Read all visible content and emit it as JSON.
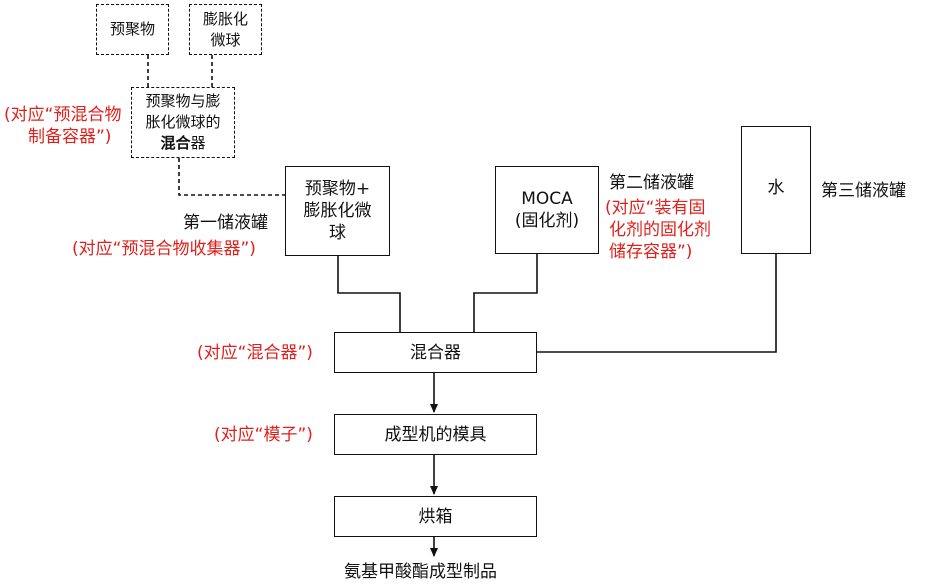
{
  "boxes": {
    "prepolymer": "预聚物",
    "microsphere": [
      "膨胀化",
      "微球"
    ],
    "premix_vessel": [
      "预聚物与膨",
      "胀化微球的",
      "混合",
      "器"
    ],
    "tank1_content": [
      "预聚物+",
      "膨胀化微",
      "球"
    ],
    "tank2_content": [
      "MOCA",
      "(固化剂)"
    ],
    "tank3_content": "水",
    "mixer": "混合器",
    "mold": "成型机的模具",
    "oven": "烘箱"
  },
  "labels": {
    "premix_vessel_note": [
      "(对应“预混合物",
      "制备容器”)"
    ],
    "tank1_name": "第一储液罐",
    "tank1_note": "(对应“预混合物收集器”)",
    "tank2_name": "第二储液罐",
    "tank2_note": [
      "(对应“装有固",
      "化剂的固化剂",
      "储存容器”)"
    ],
    "tank3_name": "第三储液罐",
    "mixer_note": "(对应“混合器”)",
    "mold_note": "(对应“模子”)",
    "product": "氨基甲酸酯成型制品"
  },
  "colors": {
    "note_red": "#e0201c",
    "stroke": "#111111"
  }
}
